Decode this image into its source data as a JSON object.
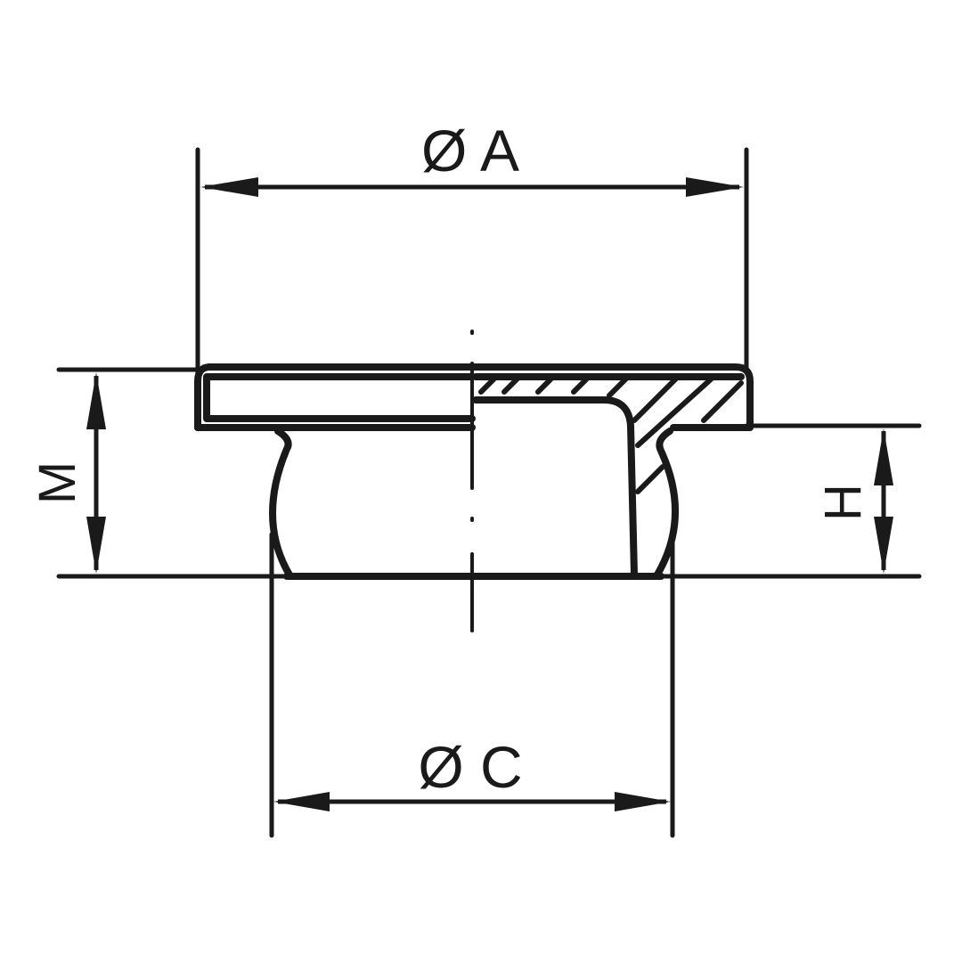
{
  "dimensions": {
    "diameter_a": "Ø A",
    "diameter_c": "Ø C",
    "height_m": "M",
    "height_h": "H"
  },
  "colors": {
    "line": "#1a1a1a",
    "background": "#ffffff"
  }
}
